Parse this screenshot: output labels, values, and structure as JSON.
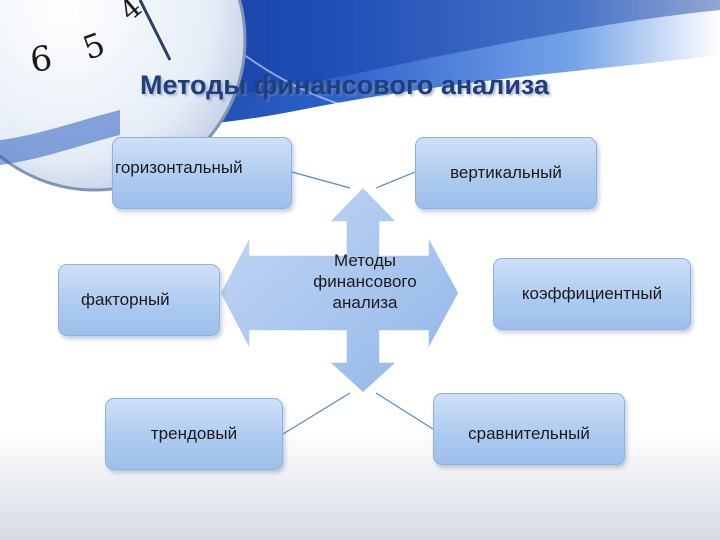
{
  "title": "Методы финансового анализа",
  "center": {
    "line1": "Методы",
    "line2": "финансового",
    "line3": "анализа"
  },
  "methods": {
    "horizontal": "горизонтальный",
    "vertical": "вертикальный",
    "factor": "факторный",
    "coefficient": "коэффициентный",
    "trend": "трендовый",
    "comparative": "сравнительный"
  },
  "clock_numerals": [
    "6",
    "5",
    "4"
  ],
  "colors": {
    "title": "#1f3f7a",
    "box_fill": "#aecbf0",
    "box_border": "#8fb0e0",
    "arrow_fill": "#a9c5ee",
    "connector": "#5a86c8",
    "banner_blue": "#1e56c8"
  }
}
